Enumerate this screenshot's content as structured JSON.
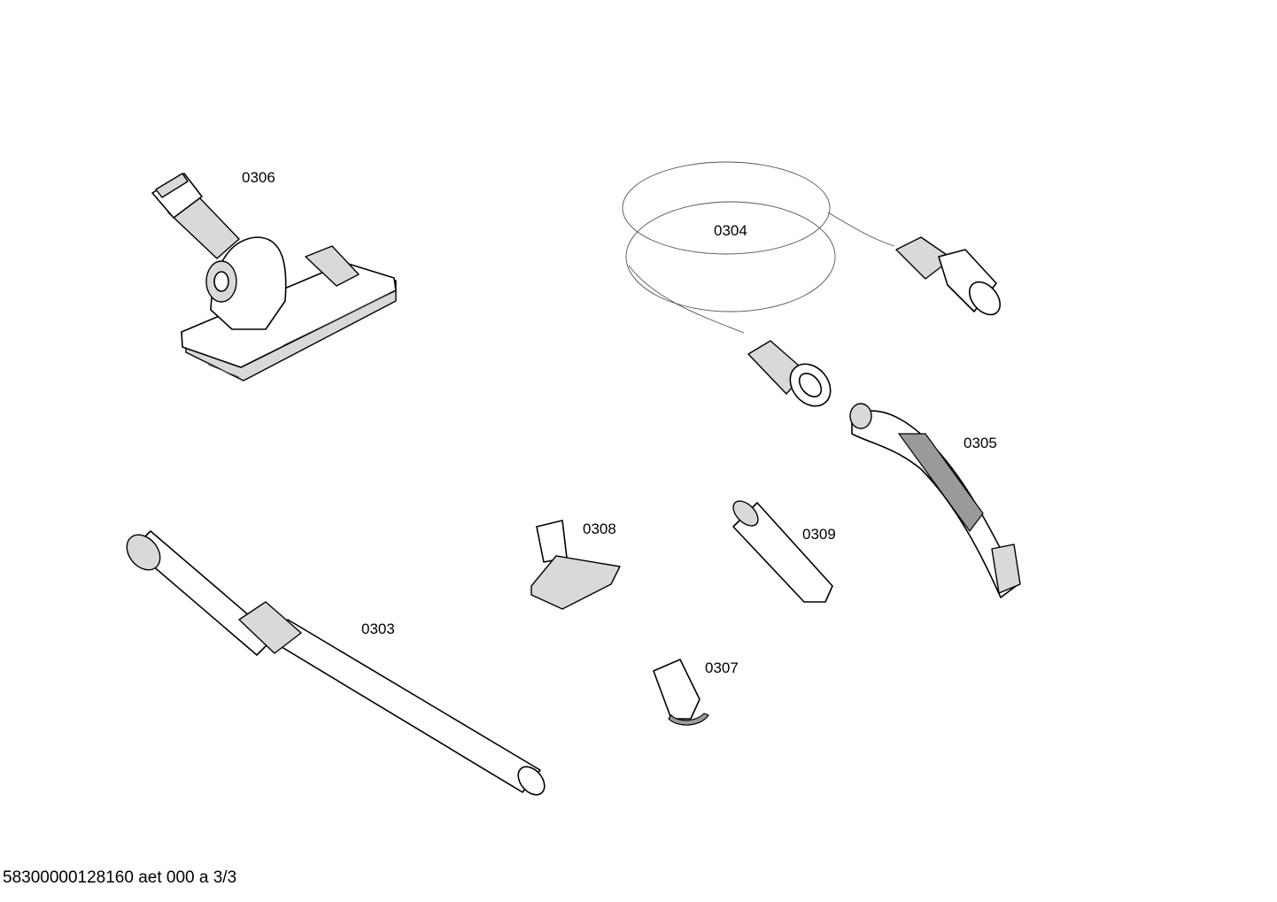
{
  "parts": {
    "p0303": "0303",
    "p0304": "0304",
    "p0305": "0305",
    "p0306": "0306",
    "p0307": "0307",
    "p0308": "0308",
    "p0309": "0309"
  },
  "footer": "58300000128160 aet 000 a 3/3"
}
